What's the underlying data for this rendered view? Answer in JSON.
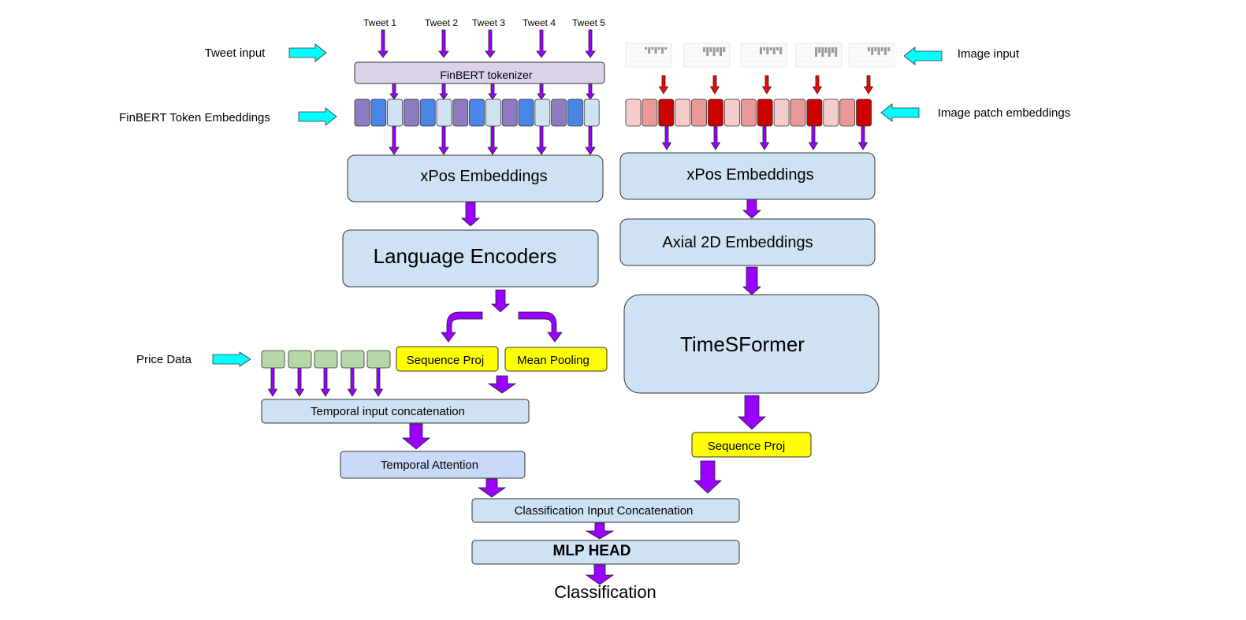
{
  "inputs": {
    "tweet_input": "Tweet input",
    "image_input": "Image input",
    "finbert_token_embeddings": "FinBERT Token Embeddings",
    "image_patch_embeddings": "Image patch embeddings",
    "price_data": "Price Data"
  },
  "tweets": [
    "Tweet 1",
    "Tweet 2",
    "Tweet 3",
    "Tweet 4",
    "Tweet 5"
  ],
  "blocks": {
    "finbert_tokenizer": "FinBERT tokenizer",
    "xpos_text": "xPos Embeddings",
    "xpos_image": "xPos Embeddings",
    "language_encoders": "Language Encoders",
    "axial_2d": "Axial 2D Embeddings",
    "timesformer": "TimeSFormer",
    "sequence_proj_text": "Sequence Proj",
    "mean_pooling": "Mean Pooling",
    "sequence_proj_image": "Sequence Proj",
    "temporal_concat": "Temporal input concatenation",
    "temporal_attention": "Temporal Attention",
    "classification_concat": "Classification Input Concatenation",
    "mlp_head": "MLP HEAD",
    "classification": "Classification"
  },
  "colors": {
    "block_fill": "#cfe2f3",
    "tokenizer_fill": "#d9d2e9",
    "yellow_fill": "#ffff00",
    "price_token_fill": "#b6d7a8",
    "purple_arrow": "#9900ff",
    "red_arrow": "#ff0000",
    "cyan_arrow": "#00ffff",
    "text_token_purple": "#8e7cc3",
    "text_token_blue": "#4a86e8",
    "text_token_light": "#cfe2f3",
    "image_token_light": "#f4cccc",
    "image_token_mid": "#ea9999",
    "image_token_dark": "#cc0000"
  }
}
